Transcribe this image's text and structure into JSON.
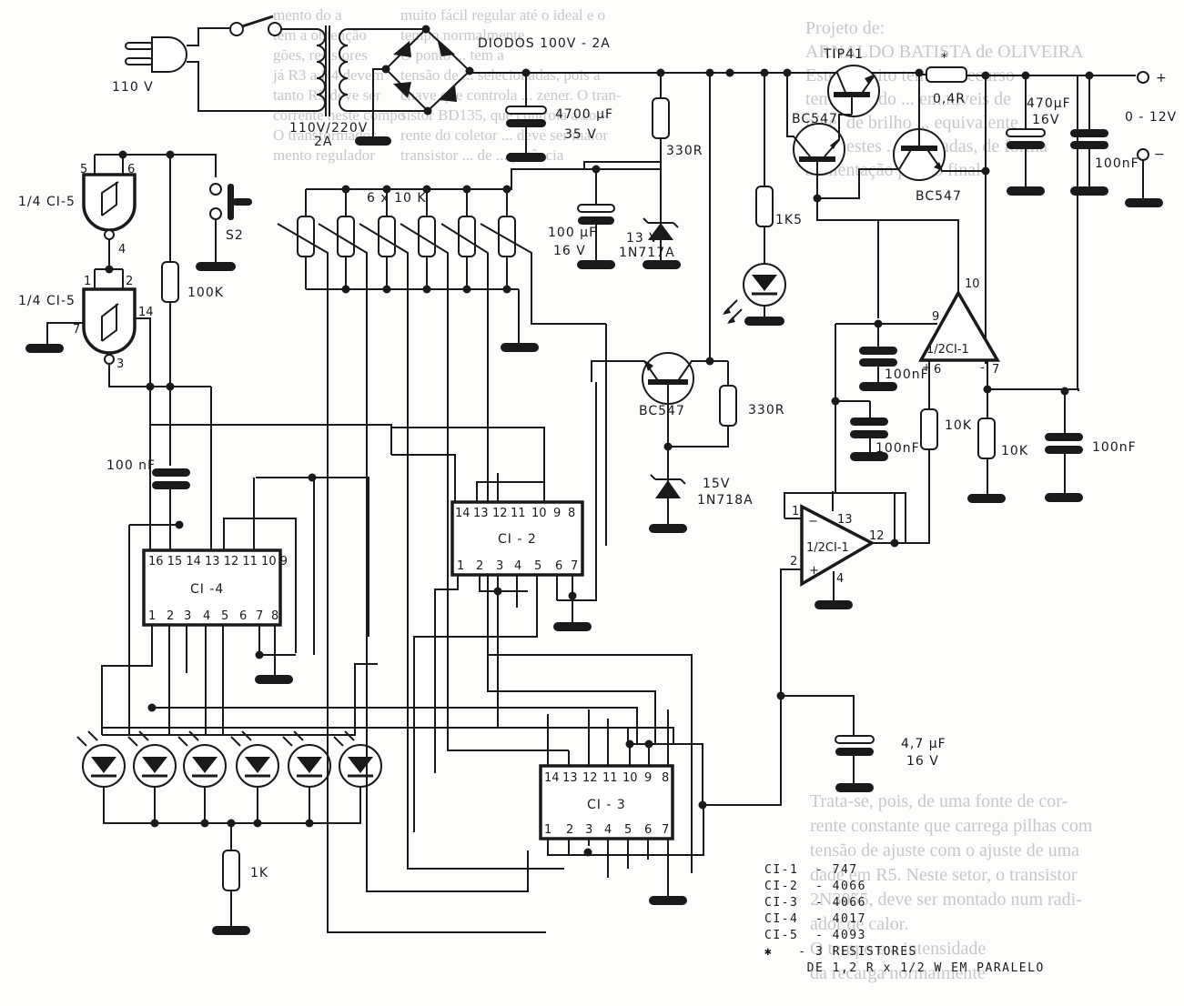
{
  "background_text": {
    "col1": [
      "mento do a",
      "tem a obtenção",
      "gões, resistores",
      "já R3 a R4 devem",
      "tanto R5 deve ser",
      "corrente neste compo",
      "O transformador",
      "mento regulador"
    ],
    "col2": [
      "muito fácil regular até o ideal e o",
      "tempo normalmente",
      "O ponto ... tem a",
      "tensão de ... selecionadas, pois a",
      "chave que controla ... zener. O tran-",
      "sistor BD135, que controla a cor-",
      "rente do coletor ... deve ser maior",
      "transistor ... de ... potência"
    ],
    "col3": [
      "Projeto de:",
      "ARNALDO BATISTA de OLIVEIRA",
      "",
      "Este circuito tem um recurso",
      "temporizado ... em níveis de",
      "nível de brilho ... equivalente",
      "entre estes ... lâmpadas, de forma",
      "alimentação para o final"
    ],
    "col4": [
      "Trata-se, pois, de uma fonte de cor-",
      "rente constante que carrega pilhas com",
      "tensão de ajuste com o ajuste de uma",
      "dade em R5. Neste setor, o transistor",
      "2N3055, deve ser montado num radi-",
      "ador de calor.",
      "O tempo e a intensidade",
      "da recarga normalmente"
    ]
  },
  "power_section": {
    "mains_voltage": "110 V",
    "transformer": "110V/220V",
    "transformer_current": "2A",
    "diodes": "DIODOS   100V - 2A",
    "filter_cap_value": "4700 µF",
    "filter_cap_voltage": "35 V",
    "r_330_top": "330R",
    "cap_100u_value": "100 µF",
    "cap_100u_voltage": "16 V",
    "zener_13_voltage": "13 V",
    "zener_13_part": "1N717A",
    "r_1k5": "1K5",
    "tip41": "TIP41",
    "bc547_a": "BC547",
    "bc547_b": "BC547",
    "bc547_c": "BC547",
    "r_sense_star": "*",
    "r_sense": "0,4R",
    "out_cap_value": "470µF",
    "out_cap_voltage": "16V",
    "out_cap_100n": "100nF",
    "output_range": "0 - 12V",
    "plus": "+",
    "minus": "−",
    "r_330_mid": "330R",
    "zener_15_voltage": "15V",
    "zener_15_part": "1N718A"
  },
  "opamp_section": {
    "opamp_top": "1/2CI-1",
    "opamp_bottom": "1/2CI-1",
    "pins_top": {
      "p9": "9",
      "p10": "10",
      "p6": "6",
      "p7": "7",
      "plus": "+",
      "minus": "-"
    },
    "pins_bottom": {
      "p1": "1",
      "p2": "2",
      "p13": "13",
      "p12": "12",
      "p4": "4",
      "minus": "−",
      "plus": "+"
    },
    "cap_a": "100nF",
    "cap_b": "100nF",
    "cap_c": "100nF",
    "r_a": "10K",
    "r_b": "10K",
    "timing_cap_value": "4,7 µF",
    "timing_cap_voltage": "16 V"
  },
  "logic_section": {
    "gate_top": "1/4 CI-5",
    "gate_bottom": "1/4 CI-5",
    "gate_pins": {
      "p5": "5",
      "p6": "6",
      "p4": "4",
      "p1": "1",
      "p2": "2",
      "p14": "14",
      "p7": "7",
      "p3": "3"
    },
    "switch": "S2",
    "r_100k": "100K",
    "pot_array": "6  x  10 K",
    "cap_100n": "100 nF",
    "r_1k": "1K",
    "ci4": {
      "name": "CI -4",
      "top_pins": "16 15    14 13 12 11 10 9",
      "bottom_pins": [
        "1",
        "2",
        "3",
        "4",
        "5",
        "6",
        "7",
        "8"
      ]
    },
    "ci2": {
      "name": "CI - 2",
      "top_pins": [
        "14",
        "13",
        "12",
        "11",
        "10",
        "9",
        "8"
      ],
      "bottom_pins": [
        "1",
        "2",
        "3",
        "4",
        "5",
        "6",
        "7"
      ]
    },
    "ci3": {
      "name": "CI - 3",
      "top_pins": [
        "14",
        "13",
        "12",
        "11",
        "10",
        "9",
        "8"
      ],
      "bottom_pins": [
        "1",
        "2",
        "3",
        "4",
        "5",
        "6",
        "7"
      ]
    }
  },
  "legend": [
    "CI-1  - 747",
    "CI-2  - 4066",
    "CI-3  - 4066",
    "CI-4  - 4017",
    "CI-5  - 4093",
    "✱   - 3 RESISTORES",
    "     DE 1,2 R x 1/2 W EM PARALELO"
  ]
}
